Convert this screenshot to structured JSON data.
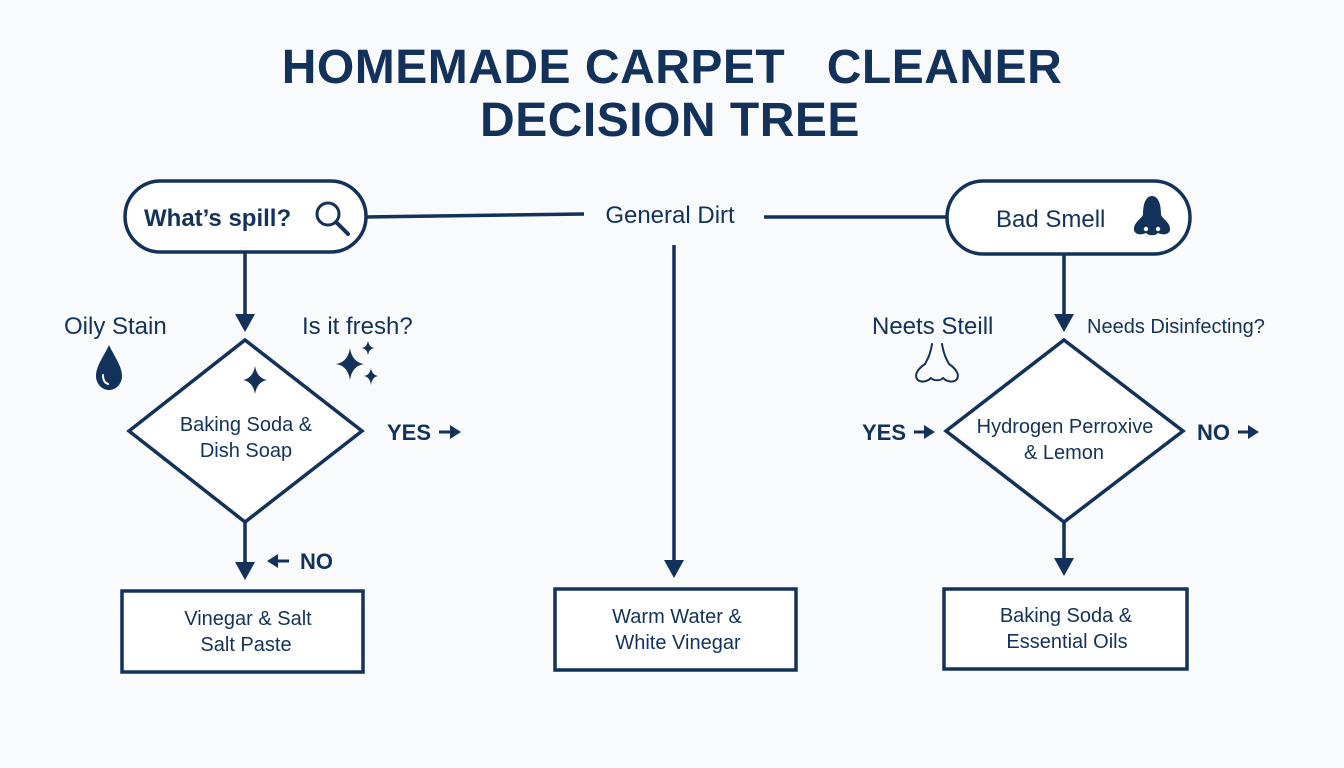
{
  "title": {
    "line1": "HOMEMADE CARPET   CLEANER",
    "line2": "DECISION TREE"
  },
  "colors": {
    "ink": "#13325b",
    "background": "#f9fafb"
  },
  "nodes": {
    "start": {
      "label": "What’s spill?",
      "icon": "magnifier-icon"
    },
    "general_dirt": {
      "label": "General Dirt"
    },
    "bad_smell": {
      "label": "Bad Smell",
      "icon": "nose-icon"
    },
    "oily_stain": {
      "label": "Oily Stain",
      "icon": "droplet-icon"
    },
    "is_fresh": {
      "label": "Is it fresh?",
      "icon": "sparkles-icon"
    },
    "neets_steill": {
      "label": "Neets Steill",
      "icon": "nose-outline-icon"
    },
    "needs_disinfecting": {
      "label": "Needs Disinfecting?"
    },
    "diamond_left": {
      "line1": "Baking Soda &",
      "line2": "Dish Soap",
      "icon": "sparkle-icon"
    },
    "diamond_right": {
      "line1": "Hydrogen Perroxive",
      "line2": "& Lemon"
    },
    "box_left": {
      "line1": "Vinegar & Salt",
      "line2": "Salt Paste"
    },
    "box_center": {
      "line1": "Warm Water &",
      "line2": "White Vinegar"
    },
    "box_right": {
      "line1": "Baking Soda &",
      "line2": "Essential Oils"
    }
  },
  "branches": {
    "left_yes": "YES",
    "left_no": "NO",
    "right_yes": "YES",
    "right_no": "NO"
  }
}
